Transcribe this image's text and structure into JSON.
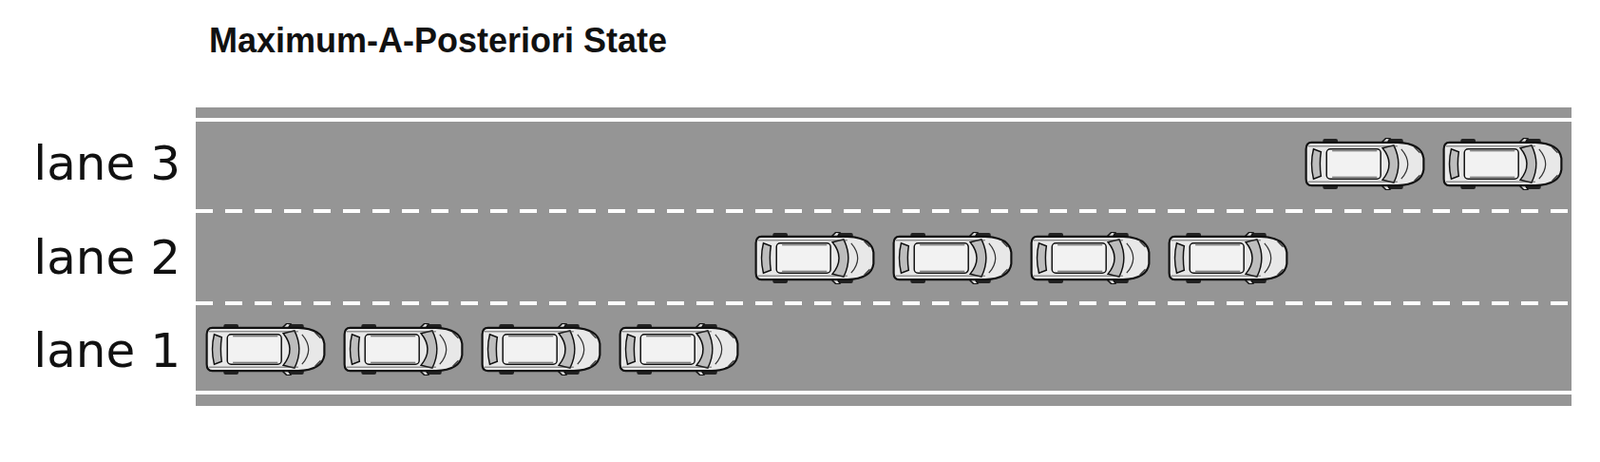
{
  "diagram": {
    "title": "Maximum-A-Posteriori State",
    "labels": [
      "lane 3",
      "lane 2",
      "lane 1"
    ]
  }
}
